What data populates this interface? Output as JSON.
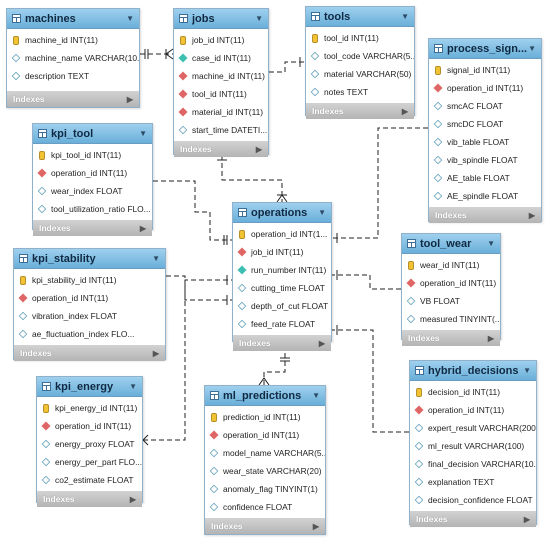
{
  "indexes_label": "Indexes",
  "tables": [
    {
      "id": "machines",
      "name": "machines",
      "columns": [
        {
          "text": "machine_id INT(11)",
          "kind": "pk"
        },
        {
          "text": "machine_name VARCHAR(10...",
          "kind": "col"
        },
        {
          "text": "description TEXT",
          "kind": "col"
        }
      ]
    },
    {
      "id": "jobs",
      "name": "jobs",
      "columns": [
        {
          "text": "job_id INT(11)",
          "kind": "pk"
        },
        {
          "text": "case_id INT(11)",
          "kind": "nn"
        },
        {
          "text": "machine_id INT(11)",
          "kind": "fk"
        },
        {
          "text": "tool_id INT(11)",
          "kind": "fk"
        },
        {
          "text": "material_id INT(11)",
          "kind": "fk"
        },
        {
          "text": "start_time DATETI...",
          "kind": "col"
        }
      ]
    },
    {
      "id": "tools",
      "name": "tools",
      "columns": [
        {
          "text": "tool_id INT(11)",
          "kind": "pk"
        },
        {
          "text": "tool_code VARCHAR(5...",
          "kind": "col"
        },
        {
          "text": "material VARCHAR(50)",
          "kind": "col"
        },
        {
          "text": "notes TEXT",
          "kind": "col"
        }
      ]
    },
    {
      "id": "process_signals",
      "name": "process_sign...",
      "columns": [
        {
          "text": "signal_id INT(11)",
          "kind": "pk"
        },
        {
          "text": "operation_id INT(11)",
          "kind": "fk"
        },
        {
          "text": "smcAC FLOAT",
          "kind": "col"
        },
        {
          "text": "smcDC FLOAT",
          "kind": "col"
        },
        {
          "text": "vib_table FLOAT",
          "kind": "col"
        },
        {
          "text": "vib_spindle FLOAT",
          "kind": "col"
        },
        {
          "text": "AE_table FLOAT",
          "kind": "col"
        },
        {
          "text": "AE_spindle FLOAT",
          "kind": "col"
        }
      ]
    },
    {
      "id": "kpi_tool",
      "name": "kpi_tool",
      "columns": [
        {
          "text": "kpi_tool_id INT(11)",
          "kind": "pk"
        },
        {
          "text": "operation_id INT(11)",
          "kind": "fk"
        },
        {
          "text": "wear_index FLOAT",
          "kind": "col"
        },
        {
          "text": "tool_utilization_ratio FLO...",
          "kind": "col"
        }
      ]
    },
    {
      "id": "operations",
      "name": "operations",
      "columns": [
        {
          "text": "operation_id INT(1...",
          "kind": "pk"
        },
        {
          "text": "job_id INT(11)",
          "kind": "fk"
        },
        {
          "text": "run_number INT(11)",
          "kind": "nn"
        },
        {
          "text": "cutting_time FLOAT",
          "kind": "col"
        },
        {
          "text": "depth_of_cut FLOAT",
          "kind": "col"
        },
        {
          "text": "feed_rate FLOAT",
          "kind": "col"
        }
      ]
    },
    {
      "id": "kpi_stability",
      "name": "kpi_stability",
      "columns": [
        {
          "text": "kpi_stability_id INT(11)",
          "kind": "pk"
        },
        {
          "text": "operation_id INT(11)",
          "kind": "fk"
        },
        {
          "text": "vibration_index FLOAT",
          "kind": "col"
        },
        {
          "text": "ae_fluctuation_index FLO...",
          "kind": "col"
        }
      ]
    },
    {
      "id": "tool_wear",
      "name": "tool_wear",
      "columns": [
        {
          "text": "wear_id INT(11)",
          "kind": "pk"
        },
        {
          "text": "operation_id INT(11)",
          "kind": "fk"
        },
        {
          "text": "VB FLOAT",
          "kind": "col"
        },
        {
          "text": "measured TINYINT(...",
          "kind": "col"
        }
      ]
    },
    {
      "id": "kpi_energy",
      "name": "kpi_energy",
      "columns": [
        {
          "text": "kpi_energy_id INT(11)",
          "kind": "pk"
        },
        {
          "text": "operation_id INT(11)",
          "kind": "fk"
        },
        {
          "text": "energy_proxy FLOAT",
          "kind": "col"
        },
        {
          "text": "energy_per_part FLO...",
          "kind": "col"
        },
        {
          "text": "co2_estimate FLOAT",
          "kind": "col"
        }
      ]
    },
    {
      "id": "ml_predictions",
      "name": "ml_predictions",
      "columns": [
        {
          "text": "prediction_id INT(11)",
          "kind": "pk"
        },
        {
          "text": "operation_id INT(11)",
          "kind": "fk"
        },
        {
          "text": "model_name VARCHAR(5...",
          "kind": "col"
        },
        {
          "text": "wear_state VARCHAR(20)",
          "kind": "col"
        },
        {
          "text": "anomaly_flag TINYINT(1)",
          "kind": "col"
        },
        {
          "text": "confidence FLOAT",
          "kind": "col"
        }
      ]
    },
    {
      "id": "hybrid_decisions",
      "name": "hybrid_decisions",
      "columns": [
        {
          "text": "decision_id INT(11)",
          "kind": "pk"
        },
        {
          "text": "operation_id INT(11)",
          "kind": "fk"
        },
        {
          "text": "expert_result VARCHAR(200)",
          "kind": "col"
        },
        {
          "text": "ml_result VARCHAR(100)",
          "kind": "col"
        },
        {
          "text": "final_decision VARCHAR(10...",
          "kind": "col"
        },
        {
          "text": "explanation TEXT",
          "kind": "col"
        },
        {
          "text": "decision_confidence FLOAT",
          "kind": "col"
        }
      ]
    }
  ]
}
